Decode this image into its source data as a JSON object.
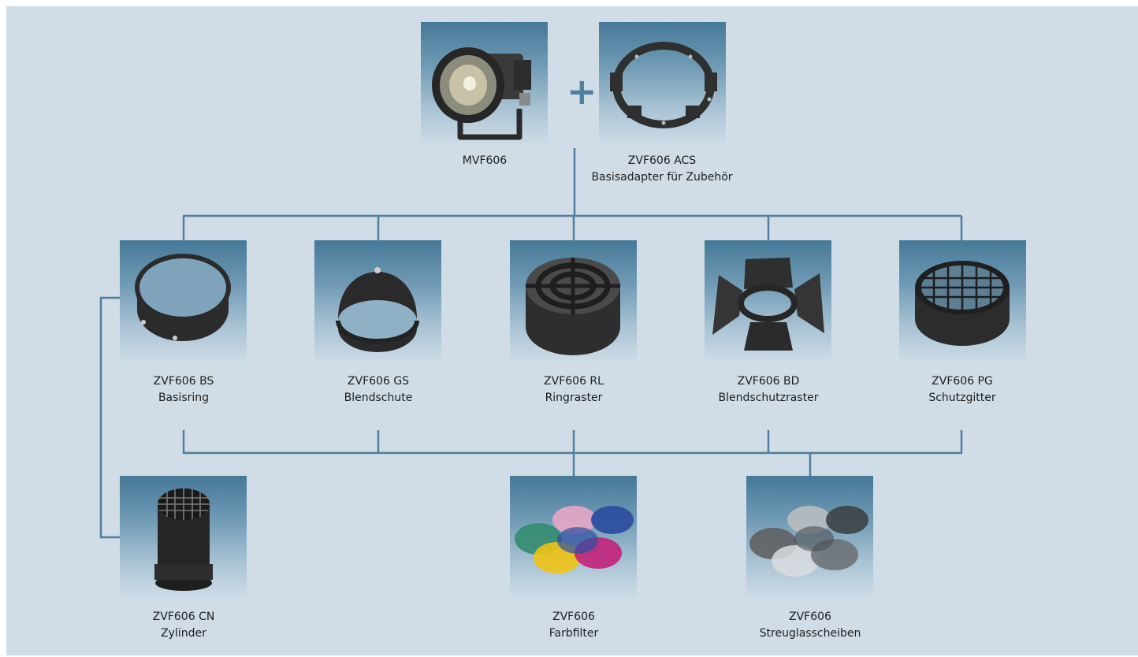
{
  "top": {
    "lamp": {
      "code": "MVF606",
      "name": ""
    },
    "adapter": {
      "code": "ZVF606 ACS",
      "name": "Basisadapter für Zubehör"
    },
    "plus": "+"
  },
  "accessories": [
    {
      "code": "ZVF606 BS",
      "name": "Basisring",
      "icon": "basisring-icon"
    },
    {
      "code": "ZVF606 GS",
      "name": "Blendschute",
      "icon": "blendschute-icon"
    },
    {
      "code": "ZVF606 RL",
      "name": "Ringraster",
      "icon": "ringraster-icon"
    },
    {
      "code": "ZVF606 BD",
      "name": "Blendschutzraster",
      "icon": "barndoor-icon"
    },
    {
      "code": "ZVF606 PG",
      "name": "Schutzgitter",
      "icon": "grid-guard-icon"
    }
  ],
  "bottom": [
    {
      "code": "ZVF606 CN",
      "name": "Zylinder",
      "icon": "cylinder-icon"
    },
    {
      "code": "ZVF606",
      "name": "Farbfilter",
      "icon": "color-filters-icon"
    },
    {
      "code": "ZVF606",
      "name": "Streuglasscheiben",
      "icon": "diffuser-glass-icon"
    }
  ],
  "colors": {
    "background": "#d0dde7",
    "connector": "#4f7f9c",
    "tile_top": "#457998",
    "tile_bottom": "#cfdde7",
    "filter_colors": [
      "#2f8a6a",
      "#e7a7c6",
      "#2d4fa0",
      "#f0c315",
      "#c2227a"
    ]
  }
}
